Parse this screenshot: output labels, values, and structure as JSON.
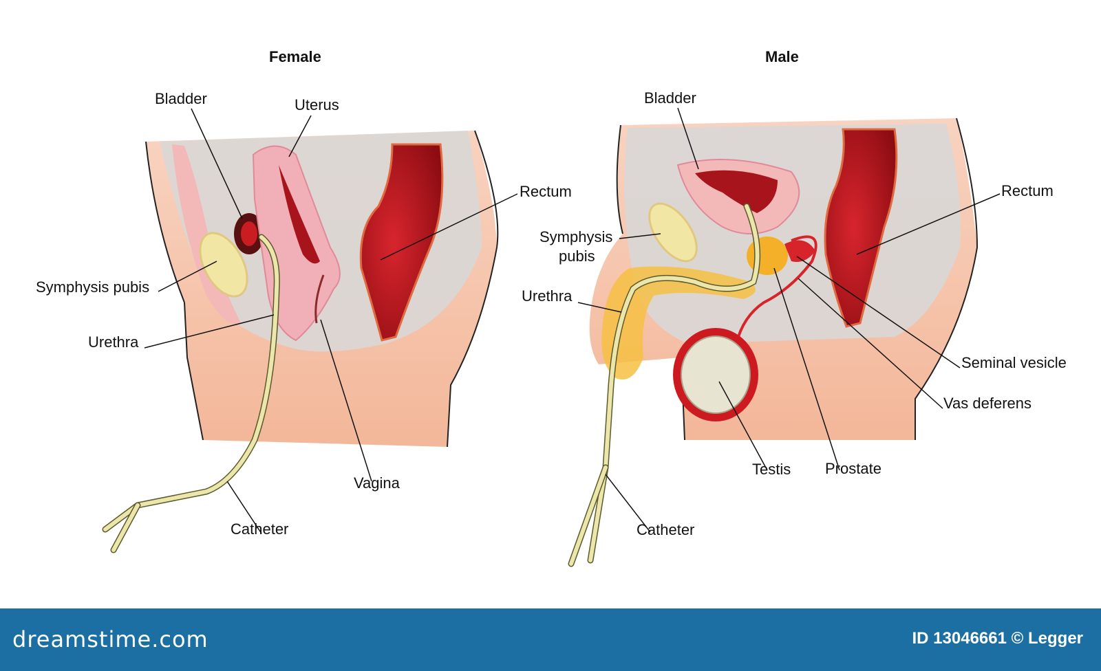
{
  "female": {
    "title": "Female",
    "labels": {
      "bladder": "Bladder",
      "uterus": "Uterus",
      "rectum": "Rectum",
      "symphysis_pubis": "Symphysis pubis",
      "urethra": "Urethra",
      "vagina": "Vagina",
      "catheter": "Catheter"
    }
  },
  "male": {
    "title": "Male",
    "labels": {
      "bladder": "Bladder",
      "rectum": "Rectum",
      "symphysis_pubis_line1": "Symphysis",
      "symphysis_pubis_line2": "pubis",
      "urethra": "Urethra",
      "seminal_vesicle": "Seminal vesicle",
      "vas_deferens": "Vas deferens",
      "testis": "Testis",
      "prostate": "Prostate",
      "catheter": "Catheter"
    }
  },
  "footer": {
    "brand": "dreamstime.com",
    "credit": "ID 13046661 © Legger"
  },
  "colors": {
    "footer_bg": "#1b6fa3",
    "skin": "#f6c9b2",
    "tissue_grey": "#d9d7d6",
    "rectum_red": "#b3121a",
    "bladder_pink": "#f3b8b8",
    "catheter": "#e9e2a8"
  }
}
